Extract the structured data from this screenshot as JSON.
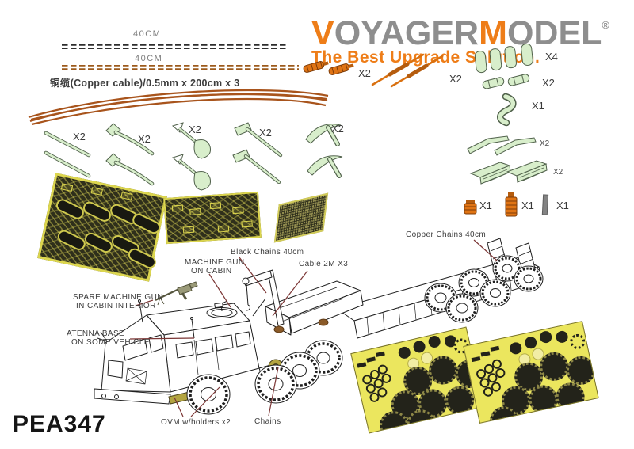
{
  "product_code": "PEA347",
  "logo": {
    "part1": "V",
    "part2": "OYAGER",
    "part3": "M",
    "part4": "ODEL",
    "registered": "®",
    "tagline": "The Best Upgrade Solution."
  },
  "top_left": {
    "chain_black_label": "40CM",
    "chain_copper_label": "40CM",
    "copper_cable_note": "铜缆(Copper cable)/0.5mm x 200cm x 3"
  },
  "qty": {
    "drill_bits": "X2",
    "antenna_rods": "X2",
    "canisters": "X4",
    "mufflers": "X2",
    "tow_hook": "X1",
    "blades": "X2",
    "tool_boxes": "X2",
    "pry_bars": "X2",
    "axes": "X2",
    "shovels": "X2",
    "sledgehammers": "X2",
    "pickaxes": "X2",
    "base_small": "X1",
    "antenna_base": "X1",
    "gray_strip": "X1"
  },
  "callouts": {
    "copper_chains": "Copper Chains 40cm",
    "black_chains": "Black Chains 40cm",
    "cable": "Cable 2M X3",
    "machine_gun_1": "MACHINE GUN",
    "machine_gun_2": "ON CABIN",
    "spare_mg_1": "SPARE MACHINE GUN",
    "spare_mg_2": "IN CABIN INTERIOR",
    "antenna_1": "ATENNA BASE",
    "antenna_2": "ON SOME VEHICLE",
    "ovm": "OVM w/holders x2",
    "chains": "Chains"
  },
  "colors": {
    "accent_orange": "#ee7d18",
    "logo_gray": "#8e8e8e",
    "pe_brass_yellow": "#e6e055",
    "resin_green": "#d8eecb",
    "copper": "#a8541c",
    "callout_line": "#7b3534",
    "text": "#3d3d3d"
  }
}
